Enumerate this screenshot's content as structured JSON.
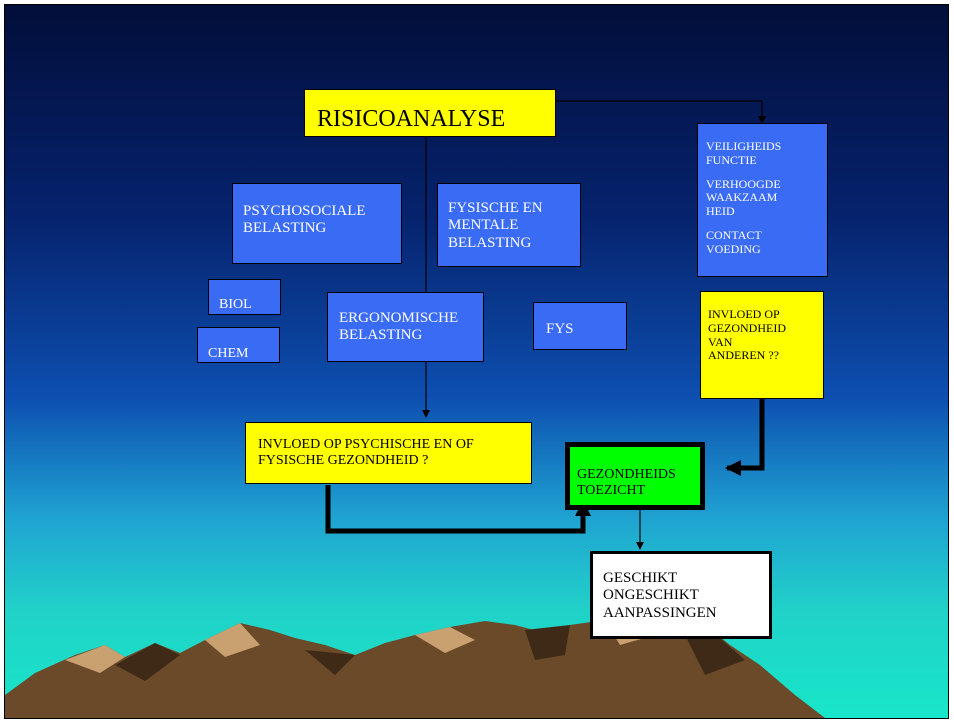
{
  "colors": {
    "sky_top": "#020e3a",
    "sky_bottom": "#18e6c9",
    "blue_box": "#3a6bf5",
    "yellow_box": "#ffff00",
    "green_box": "#00ff00",
    "mountain": "#6b4a2a"
  },
  "diagram": {
    "risicoanalyse": "RISICOANALYSE",
    "psychosociale": [
      "PSYCHOSOCIALE",
      "BELASTING"
    ],
    "fysische": [
      "FYSISCHE EN",
      "MENTALE",
      "BELASTING"
    ],
    "veiligheid": {
      "block1": [
        "VEILIGHEIDS",
        "FUNCTIE"
      ],
      "block2": [
        "VERHOOGDE",
        "WAAKZAAM",
        "HEID"
      ],
      "block3": [
        "CONTACT",
        "VOEDING"
      ]
    },
    "biol": "BIOL",
    "chem": "CHEM",
    "ergonomische": [
      "ERGONOMISCHE",
      "BELASTING"
    ],
    "fys": "FYS",
    "invloed_anderen": [
      "INVLOED OP",
      "GEZONDHEID",
      "VAN",
      "ANDEREN ??"
    ],
    "invloed_psychische": [
      "INVLOED OP PSYCHISCHE EN OF",
      "FYSISCHE GEZONDHEID ?"
    ],
    "gezondheidstoezicht": [
      "GEZONDHEIDS",
      "TOEZICHT"
    ],
    "uitkomst": [
      "GESCHIKT",
      "ONGESCHIKT",
      "AANPASSINGEN"
    ]
  }
}
